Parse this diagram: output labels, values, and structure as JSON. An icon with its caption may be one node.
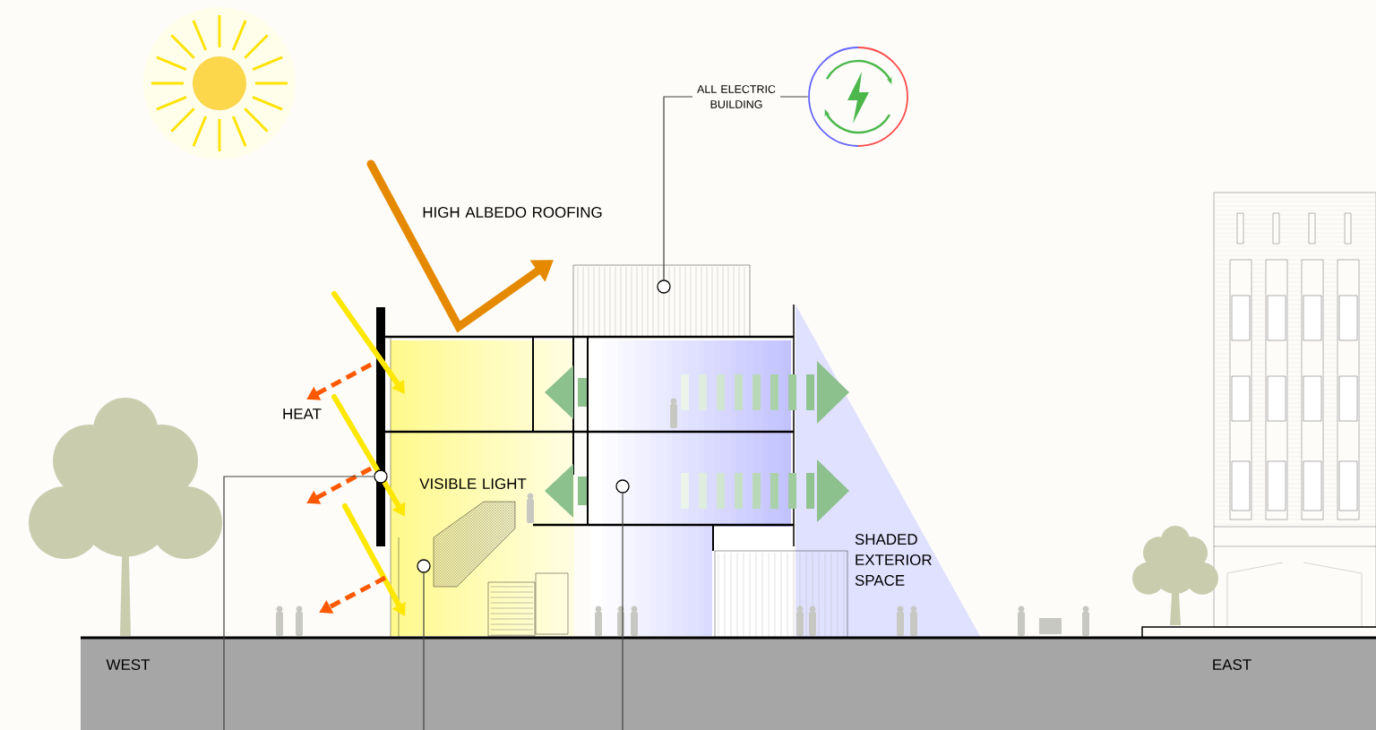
{
  "diagram": {
    "nodes": [
      {
        "text": [],
        "shape": "picture"
      },
      {
        "text": [],
        "shape": "circle"
      },
      {
        "text": [],
        "shape": "circle"
      },
      {
        "text": [],
        "shape": "circle"
      },
      {
        "text": [],
        "shape": "circle"
      },
      {
        "text": [],
        "shape": "bar"
      }
    ],
    "edges": [
      {
        "from": 0,
        "to": 1,
        "arrow": "none",
        "label": "ALL ELECTRIC BUILDING"
      },
      {
        "from": 2,
        "to": 5,
        "arrow": "none"
      },
      {
        "from": 3,
        "to": 5,
        "arrow": "none"
      },
      {
        "from": 4,
        "to": 5,
        "arrow": "none"
      }
    ],
    "labels": [
      "HIGH ALBEDO ROOFING",
      "HEAT",
      "VISIBLE LIGHT",
      "SHADED EXTERIOR SPACE",
      "WEST",
      "EAST"
    ]
  }
}
